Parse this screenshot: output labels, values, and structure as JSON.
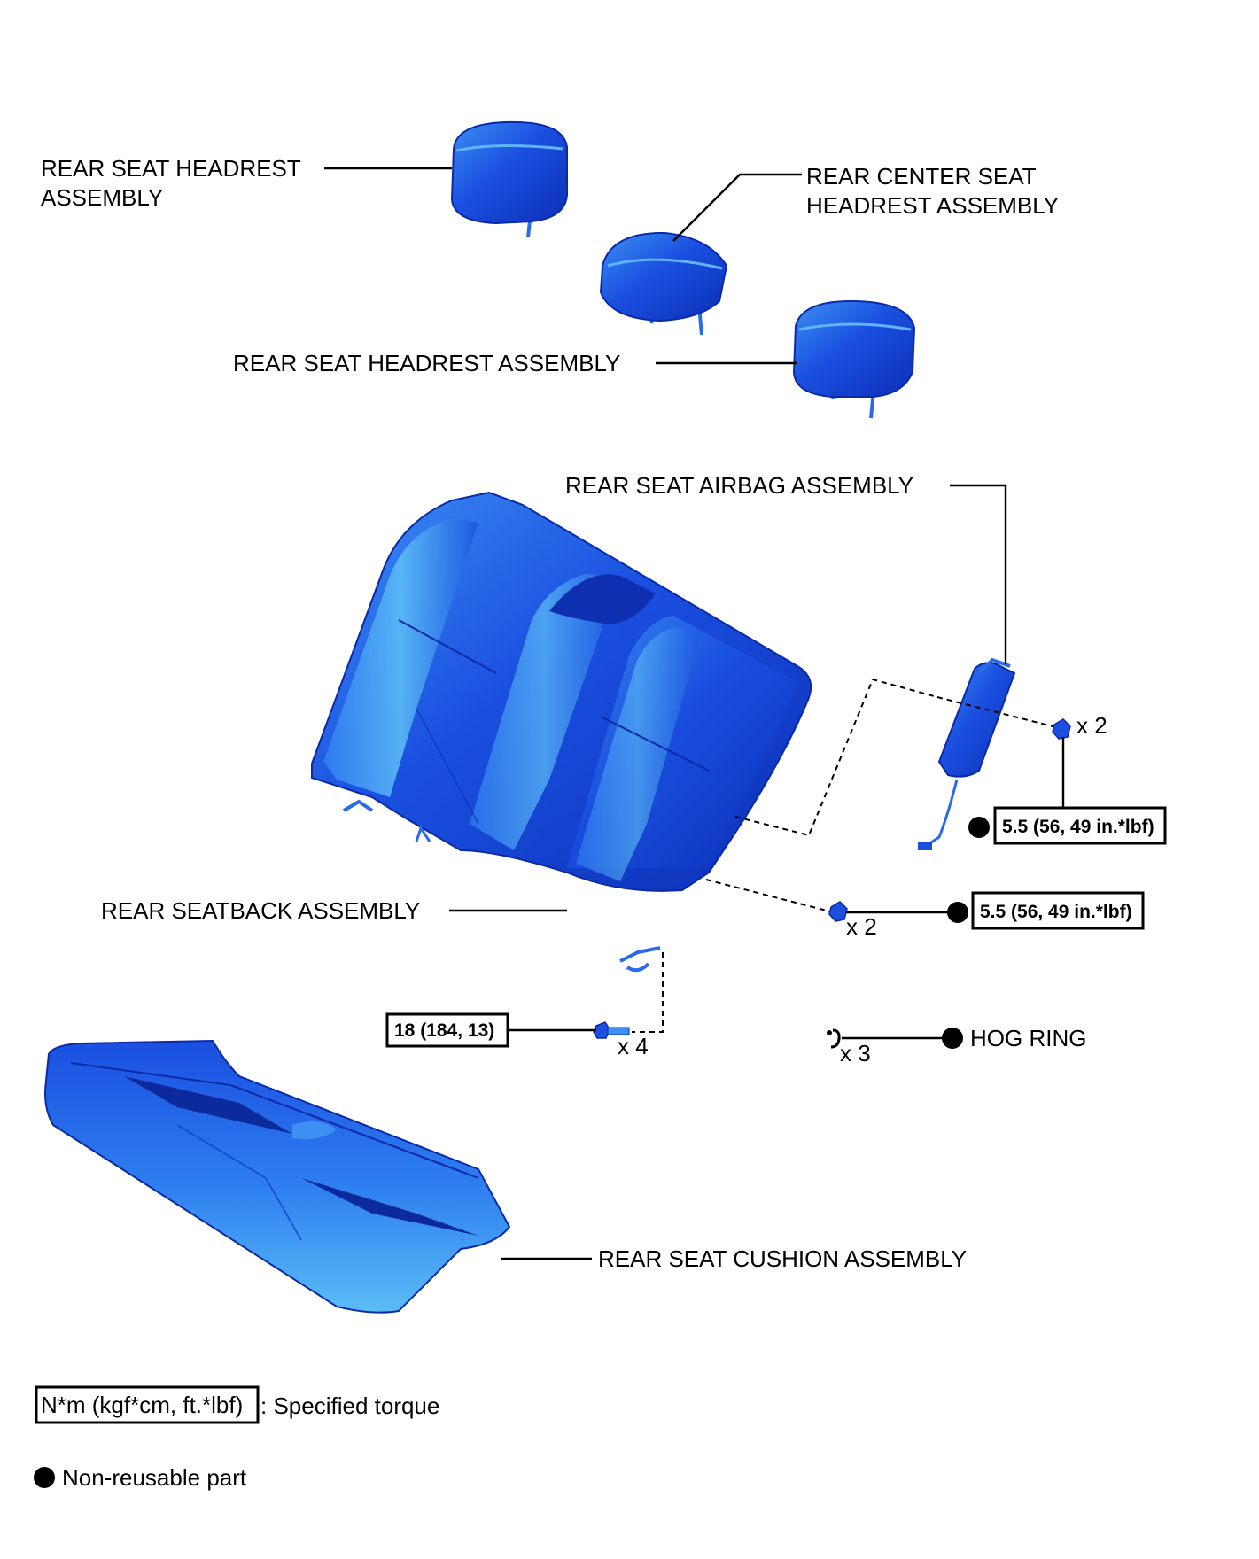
{
  "labels": {
    "headrest_left_line1": "REAR SEAT HEADREST",
    "headrest_left_line2": "ASSEMBLY",
    "center_headrest_line1": "REAR CENTER SEAT",
    "center_headrest_line2": "HEADREST ASSEMBLY",
    "headrest_right": "REAR SEAT HEADREST ASSEMBLY",
    "airbag": "REAR SEAT AIRBAG ASSEMBLY",
    "seatback": "REAR SEATBACK ASSEMBLY",
    "cushion": "REAR SEAT CUSHION ASSEMBLY",
    "hog_ring": "HOG RING"
  },
  "torque": {
    "airbag_nut": "5.5 (56, 49 in.*lbf)",
    "seatback_nut": "5.5 (56, 49 in.*lbf)",
    "seatback_bolt": "18 (184, 13)"
  },
  "quantities": {
    "airbag_nut": "x 2",
    "seatback_nut": "x 2",
    "seatback_bolt": "x 4",
    "hog_ring": "x 3"
  },
  "legend": {
    "torque_unit": "N*m (kgf*cm, ft.*lbf)",
    "torque_desc": ": Specified torque",
    "non_reusable": "Non-reusable part"
  },
  "colors": {
    "part_blue": "#1a4fe0",
    "part_light": "#4fb2f5",
    "part_dark": "#0a2aa8",
    "line": "#000000"
  }
}
